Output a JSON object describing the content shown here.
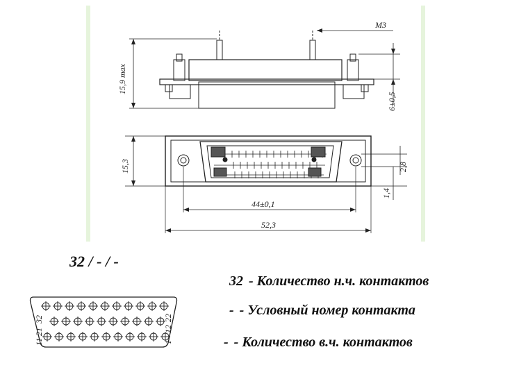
{
  "drawing": {
    "dims": {
      "m3": "М3",
      "height_max": "15,9 max",
      "pin": "6±0,5",
      "width_body": "15,3",
      "pitch": "2,8",
      "offset": "1,4",
      "span_holes": "44±0,1",
      "total_length": "52,3"
    },
    "pinout": {
      "n32": "32",
      "n12": "12",
      "n21": "21",
      "n22": "22",
      "n11": "11",
      "n1": "1"
    }
  },
  "designation": "32 / - / -",
  "legend": [
    {
      "code": "32",
      "text": "- Количество н.ч. контактов"
    },
    {
      "code": "-",
      "text": "- Условный номер контакта"
    },
    {
      "code": "-",
      "text": "- Количество в.ч. контактов"
    }
  ]
}
